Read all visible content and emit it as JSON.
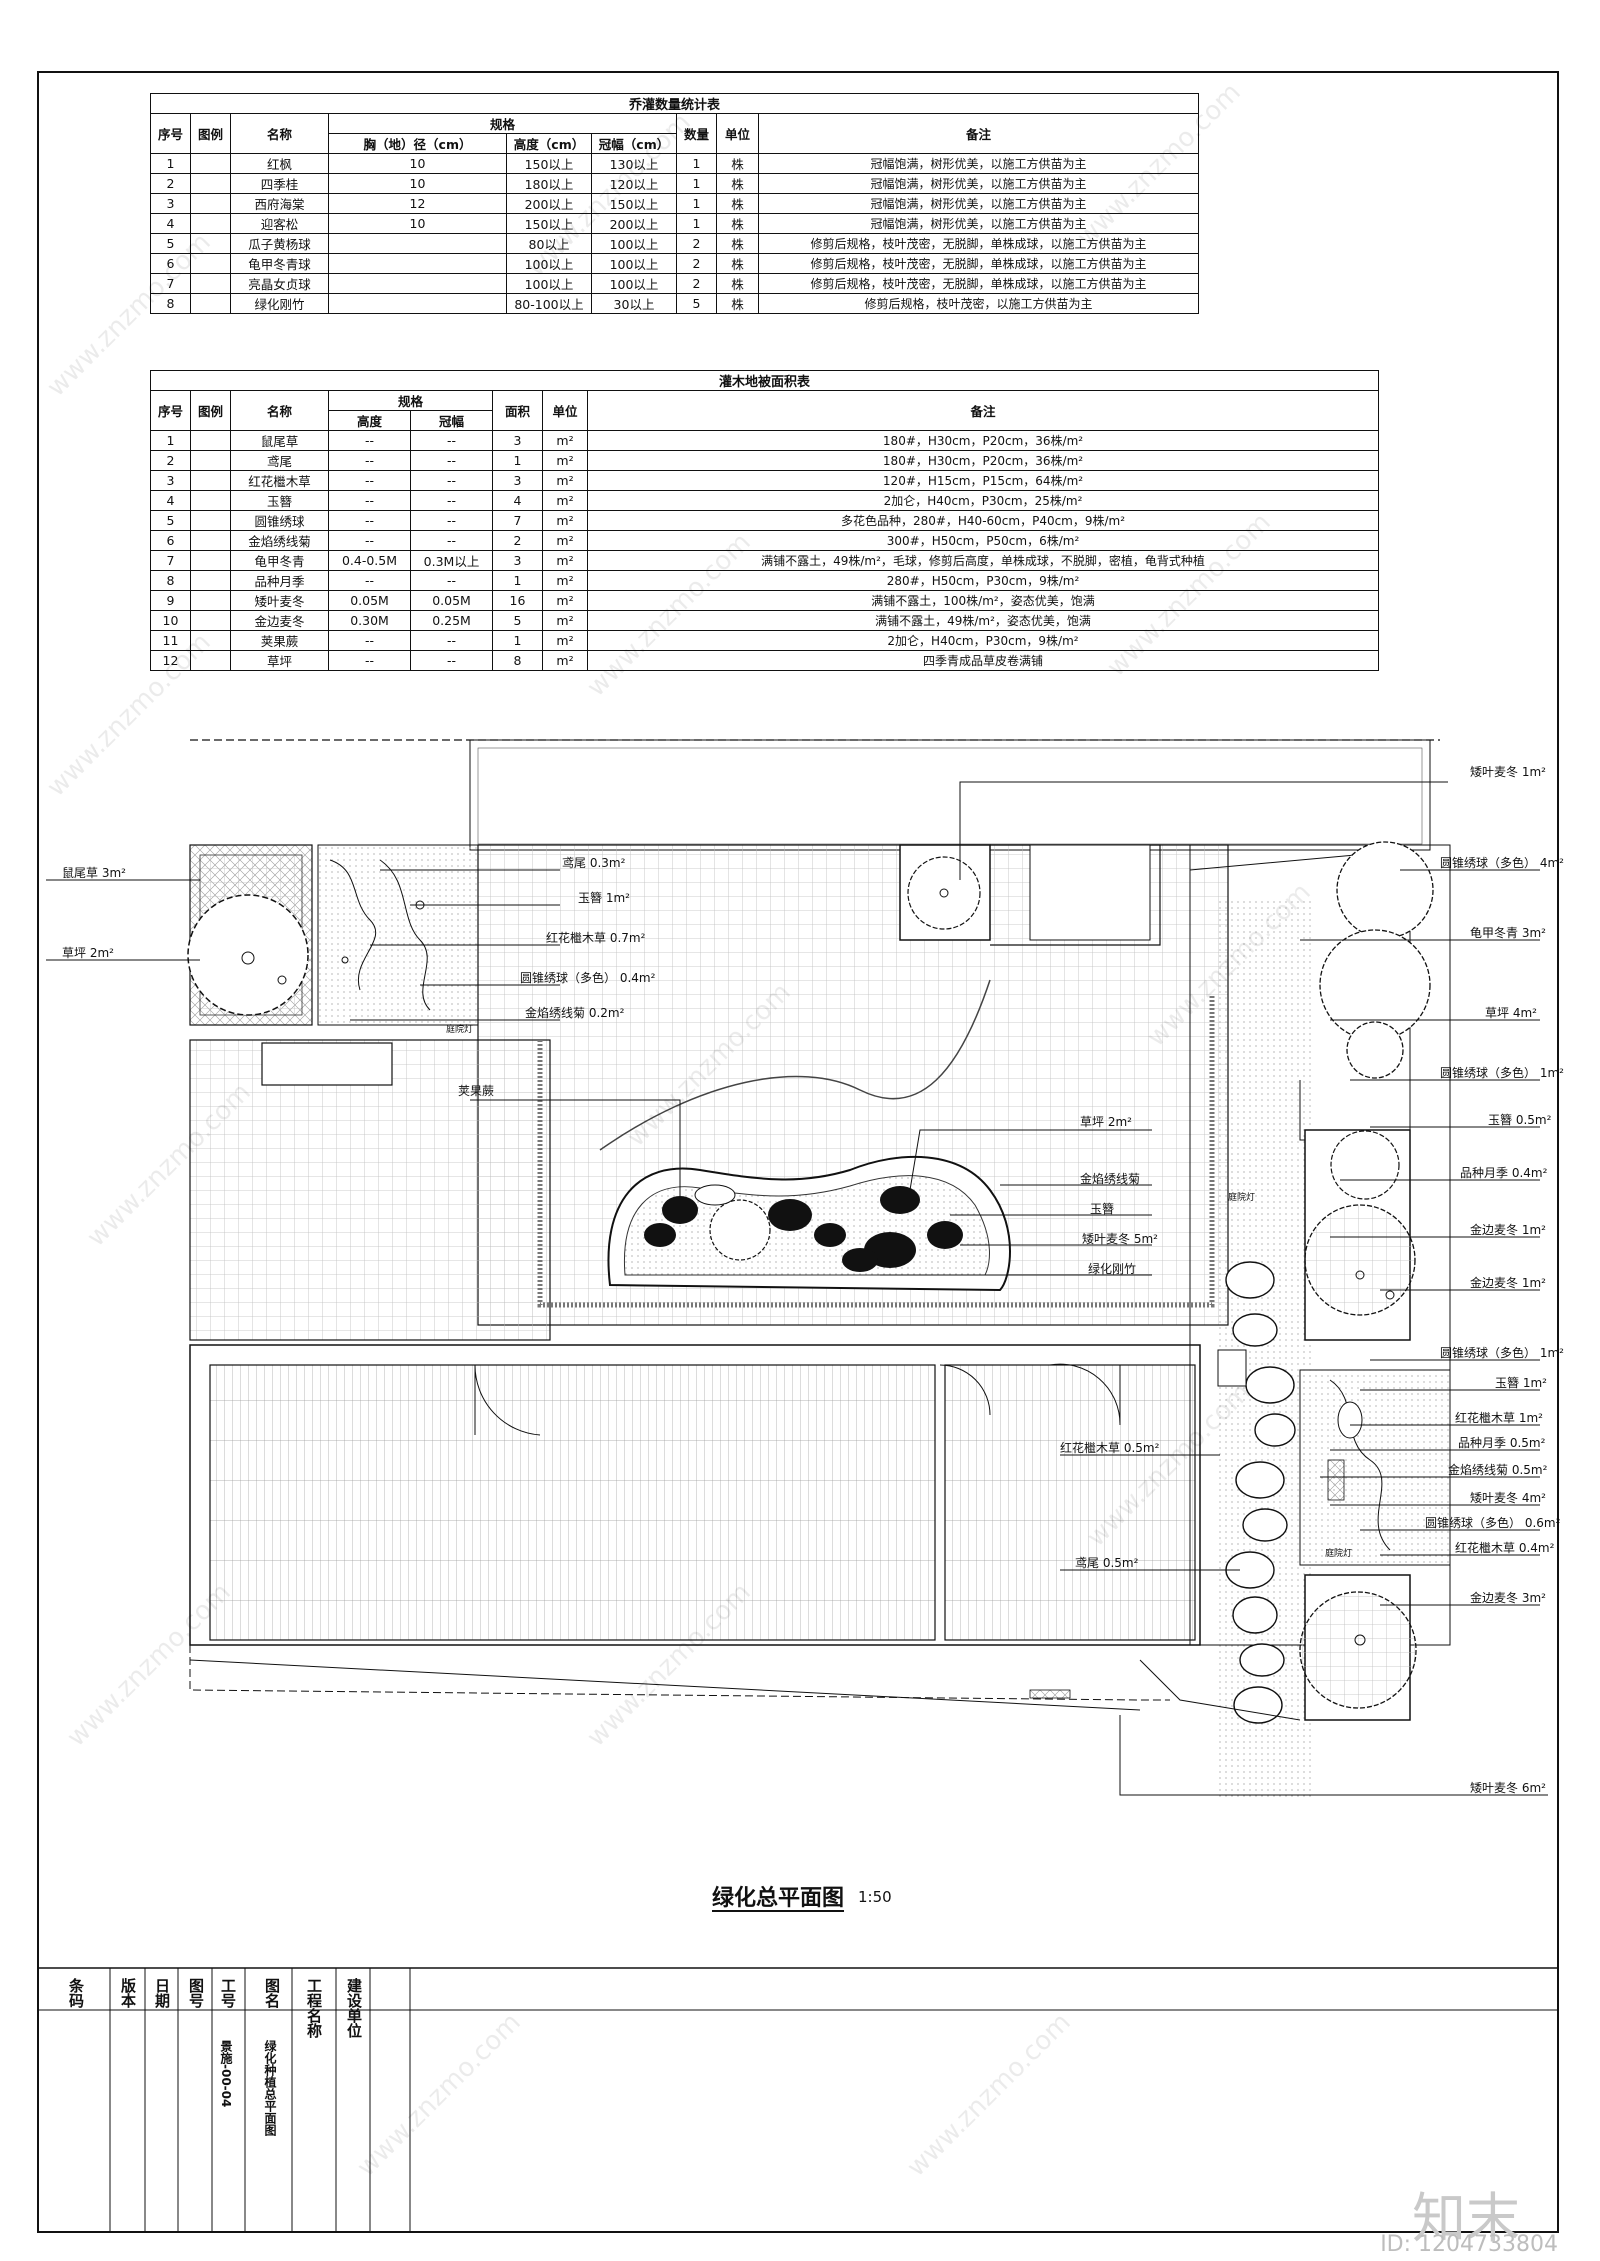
{
  "tree_table": {
    "title": "乔灌数量统计表",
    "headers": {
      "no": "序号",
      "legend": "图例",
      "name": "名称",
      "spec": "规格",
      "dbh": "胸（地）径（cm）",
      "height": "高度（cm）",
      "crown": "冠幅（cm）",
      "qty": "数量",
      "unit": "单位",
      "remark": "备注"
    },
    "rows": [
      {
        "no": "1",
        "name": "红枫",
        "dbh": "10",
        "height": "150以上",
        "crown": "130以上",
        "qty": "1",
        "unit": "株",
        "remark": "冠幅饱满，树形优美，以施工方供苗为主"
      },
      {
        "no": "2",
        "name": "四季桂",
        "dbh": "10",
        "height": "180以上",
        "crown": "120以上",
        "qty": "1",
        "unit": "株",
        "remark": "冠幅饱满，树形优美，以施工方供苗为主"
      },
      {
        "no": "3",
        "name": "西府海棠",
        "dbh": "12",
        "height": "200以上",
        "crown": "150以上",
        "qty": "1",
        "unit": "株",
        "remark": "冠幅饱满，树形优美，以施工方供苗为主"
      },
      {
        "no": "4",
        "name": "迎客松",
        "dbh": "10",
        "height": "150以上",
        "crown": "200以上",
        "qty": "1",
        "unit": "株",
        "remark": "冠幅饱满，树形优美，以施工方供苗为主"
      },
      {
        "no": "5",
        "name": "瓜子黄杨球",
        "dbh": "",
        "height": "80以上",
        "crown": "100以上",
        "qty": "2",
        "unit": "株",
        "remark": "修剪后规格，枝叶茂密，无脱脚，单株成球，以施工方供苗为主"
      },
      {
        "no": "6",
        "name": "龟甲冬青球",
        "dbh": "",
        "height": "100以上",
        "crown": "100以上",
        "qty": "2",
        "unit": "株",
        "remark": "修剪后规格，枝叶茂密，无脱脚，单株成球，以施工方供苗为主"
      },
      {
        "no": "7",
        "name": "亮晶女贞球",
        "dbh": "",
        "height": "100以上",
        "crown": "100以上",
        "qty": "2",
        "unit": "株",
        "remark": "修剪后规格，枝叶茂密，无脱脚，单株成球，以施工方供苗为主"
      },
      {
        "no": "8",
        "name": "绿化刚竹",
        "dbh": "",
        "height": "80-100以上",
        "crown": "30以上",
        "qty": "5",
        "unit": "株",
        "remark": "修剪后规格，枝叶茂密，以施工方供苗为主"
      }
    ]
  },
  "shrub_table": {
    "title": "灌木地被面积表",
    "headers": {
      "no": "序号",
      "legend": "图例",
      "name": "名称",
      "spec": "规格",
      "height": "高度",
      "crown": "冠幅",
      "area": "面积",
      "unit": "单位",
      "remark": "备注"
    },
    "rows": [
      {
        "no": "1",
        "name": "鼠尾草",
        "height": "--",
        "crown": "--",
        "area": "3",
        "unit": "m²",
        "remark": "180#，H30cm，P20cm，36株/m²"
      },
      {
        "no": "2",
        "name": "鸢尾",
        "height": "--",
        "crown": "--",
        "area": "1",
        "unit": "m²",
        "remark": "180#，H30cm，P20cm，36株/m²"
      },
      {
        "no": "3",
        "name": "红花檵木草",
        "height": "--",
        "crown": "--",
        "area": "3",
        "unit": "m²",
        "remark": "120#，H15cm，P15cm，64株/m²"
      },
      {
        "no": "4",
        "name": "玉簪",
        "height": "--",
        "crown": "--",
        "area": "4",
        "unit": "m²",
        "remark": "2加仑，H40cm，P30cm，25株/m²"
      },
      {
        "no": "5",
        "name": "圆锥绣球",
        "height": "--",
        "crown": "--",
        "area": "7",
        "unit": "m²",
        "remark": "多花色品种，280#，H40-60cm，P40cm，9株/m²"
      },
      {
        "no": "6",
        "name": "金焰绣线菊",
        "height": "--",
        "crown": "--",
        "area": "2",
        "unit": "m²",
        "remark": "300#，H50cm，P50cm，6株/m²"
      },
      {
        "no": "7",
        "name": "龟甲冬青",
        "height": "0.4-0.5M",
        "crown": "0.3M以上",
        "area": "3",
        "unit": "m²",
        "remark": "满铺不露土，49株/m²，毛球，修剪后高度，单株成球，不脱脚，密植，龟背式种植"
      },
      {
        "no": "8",
        "name": "品种月季",
        "height": "--",
        "crown": "--",
        "area": "1",
        "unit": "m²",
        "remark": "280#，H50cm，P30cm，9株/m²"
      },
      {
        "no": "9",
        "name": "矮叶麦冬",
        "height": "0.05M",
        "crown": "0.05M",
        "area": "16",
        "unit": "m²",
        "remark": "满铺不露土，100株/m²，姿态优美，饱满"
      },
      {
        "no": "10",
        "name": "金边麦冬",
        "height": "0.30M",
        "crown": "0.25M",
        "area": "5",
        "unit": "m²",
        "remark": "满铺不露土，49株/m²，姿态优美，饱满"
      },
      {
        "no": "11",
        "name": "荚果蕨",
        "height": "--",
        "crown": "--",
        "area": "1",
        "unit": "m²",
        "remark": "2加仑，H40cm，P30cm，9株/m²"
      },
      {
        "no": "12",
        "name": "草坪",
        "height": "--",
        "crown": "--",
        "area": "8",
        "unit": "m²",
        "remark": "四季青成品草皮卷满铺"
      }
    ]
  },
  "plan_labels": {
    "left_1": "鼠尾草 3m²",
    "left_2": "草坪 2m²",
    "mid_1": "鸢尾 0.3m²",
    "mid_2": "玉簪 1m²",
    "mid_3": "红花檵木草 0.7m²",
    "mid_4": "圆锥绣球（多色） 0.4m²",
    "mid_5": "金焰绣线菊 0.2m²",
    "fern": "荚果蕨",
    "c_1": "草坪 2m²",
    "c_2": "金焰绣线菊",
    "c_3": "玉簪",
    "c_4": "矮叶麦冬 5m²",
    "c_5": "绿化刚竹",
    "r_top": "矮叶麦冬 1m²",
    "r_1": "圆锥绣球（多色） 4m²",
    "r_2": "龟甲冬青 3m²",
    "r_3": "草坪 4m²",
    "r_4": "圆锥绣球（多色） 1m²",
    "r_5": "玉簪 0.5m²",
    "r_6": "品种月季 0.4m²",
    "r_7": "金边麦冬 1m²",
    "r_8": "金边麦冬 1m²",
    "r_9": "圆锥绣球（多色） 1m²",
    "r_10": "玉簪 1m²",
    "r_11": "红花檵木草 1m²",
    "r_12": "品种月季 0.5m²",
    "r_13": "金焰绣线菊 0.5m²",
    "r_14": "矮叶麦冬 4m²",
    "r_15": "圆锥绣球（多色） 0.6m²",
    "r_16": "红花檵木草 0.4m²",
    "r_17": "金边麦冬 3m²",
    "r_bottom": "矮叶麦冬 6m²",
    "l_low_1": "红花檵木草 0.5m²",
    "l_low_2": "鸢尾 0.5m²",
    "lamp_1": "庭院灯",
    "lamp_2": "庭院灯",
    "lamp_3": "庭院灯"
  },
  "drawing": {
    "title": "绿化总平面图",
    "scale": "1:50"
  },
  "title_block": {
    "build_unit": "建设单位",
    "project_name": "工程名称",
    "drawing_name": "图名",
    "drawing_name_value": "绿化种植总平面图",
    "job_no": "工号",
    "job_no_value": "景施-00-04",
    "drawing_no": "图号",
    "date": "日期",
    "version": "版本",
    "barcode": "条码"
  },
  "watermark": {
    "text": "www.znzmo.com",
    "brand": "知末",
    "image_id": "ID: 1204733804"
  }
}
